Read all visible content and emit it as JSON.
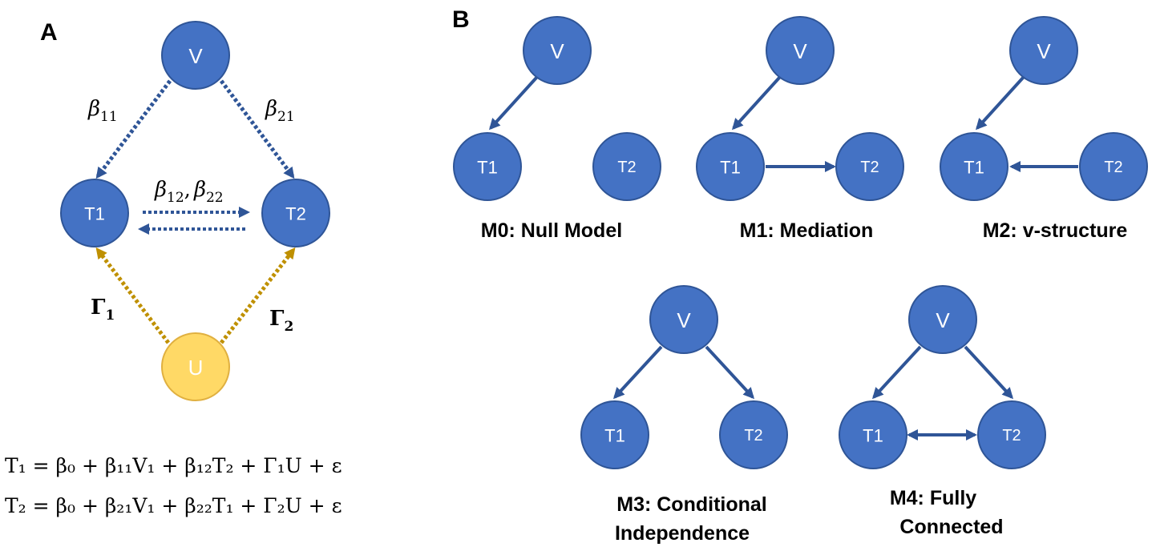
{
  "panel_a": {
    "label": "A",
    "nodes": {
      "v": "V",
      "t1": "T1",
      "t2": "T2",
      "u": "U"
    },
    "edge_labels": {
      "beta11": "β",
      "beta11_sub": "11",
      "beta21": "β",
      "beta21_sub": "21",
      "beta12_22_a": "β",
      "beta12_sub": "12",
      "comma": ",",
      "beta12_22_b": "β",
      "beta22_sub": "22",
      "gamma1": "Γ",
      "gamma1_sub": "1",
      "gamma2": "Γ",
      "gamma2_sub": "2"
    },
    "equations": [
      "T₁ =  β₀ + β₁₁V₁ + β₁₂T₂ + Γ₁U + ε",
      "T₂ =  β₀ + β₂₁V₁ + β₂₂T₁ + Γ₂U + ε"
    ]
  },
  "panel_b": {
    "label": "B",
    "models": [
      {
        "caption": [
          "M0: Null Model"
        ],
        "v": "V",
        "t1": "T1",
        "t2": "T2"
      },
      {
        "caption": [
          "M1: Mediation"
        ],
        "v": "V",
        "t1": "T1",
        "t2": "T2"
      },
      {
        "caption": [
          "M2: v-structure"
        ],
        "v": "V",
        "t1": "T1",
        "t2": "T2"
      },
      {
        "caption": [
          "M3: Conditional",
          "Independence"
        ],
        "v": "V",
        "t1": "T1",
        "t2": "T2"
      },
      {
        "caption": [
          "M4: Fully",
          "Connected"
        ],
        "v": "V",
        "t1": "T1",
        "t2": "T2"
      }
    ]
  },
  "colors": {
    "node_blue": "#4472C4",
    "node_blue_stroke": "#2F5597",
    "edge_blue": "#2F5597",
    "dotted_blue": "#2F5597",
    "node_gold": "#FFD966",
    "node_gold_stroke": "#E0B040",
    "dotted_gold": "#BF9000"
  }
}
